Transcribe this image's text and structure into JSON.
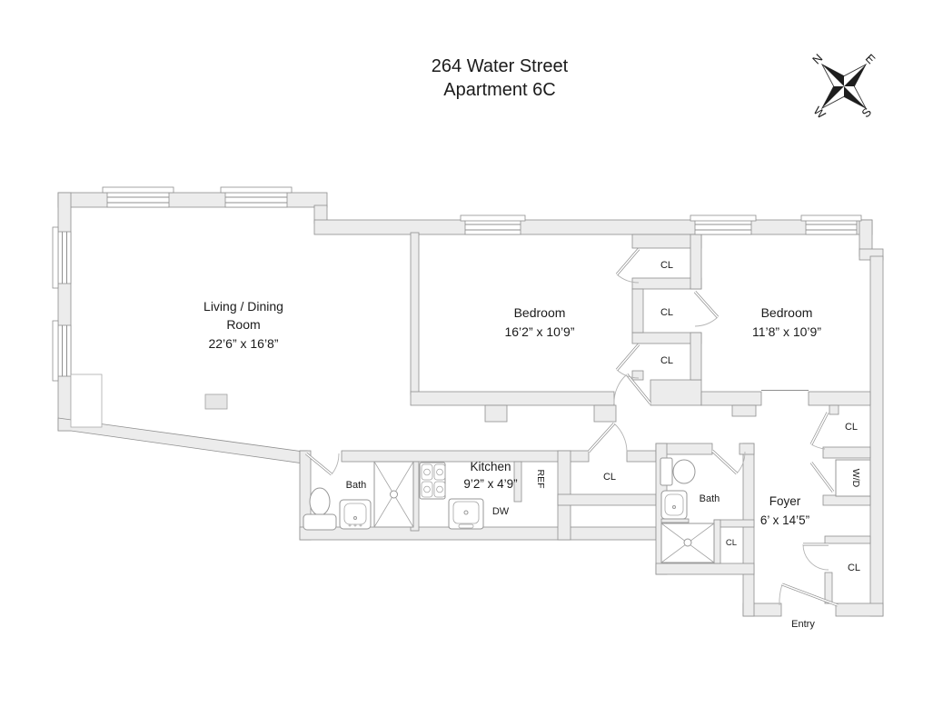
{
  "title": {
    "line1": "264 Water Street",
    "line2": "Apartment 6C"
  },
  "compass": {
    "north": "N",
    "east": "E",
    "south": "S",
    "west": "W"
  },
  "rooms": {
    "living": {
      "name_line1": "Living / Dining",
      "name_line2": "Room",
      "dims": "22’6” x 16’8”"
    },
    "bedroom1": {
      "name": "Bedroom",
      "dims": "16’2” x 10’9”"
    },
    "bedroom2": {
      "name": "Bedroom",
      "dims": "11’8” x 10’9”"
    },
    "kitchen": {
      "name": "Kitchen",
      "dims": "9’2” x 4’9”"
    },
    "bath_left": {
      "name": "Bath"
    },
    "bath_right": {
      "name": "Bath"
    },
    "foyer": {
      "name": "Foyer",
      "dims": "6’ x 14’5”"
    }
  },
  "labels": {
    "closet": "CL",
    "refrigerator": "REF",
    "dishwasher": "DW",
    "washer_dryer": "W/D",
    "entry": "Entry"
  },
  "colors": {
    "background": "#ffffff",
    "wall_fill": "#ececec",
    "wall_stroke": "#8f8f8f",
    "text": "#1b1b1b"
  }
}
